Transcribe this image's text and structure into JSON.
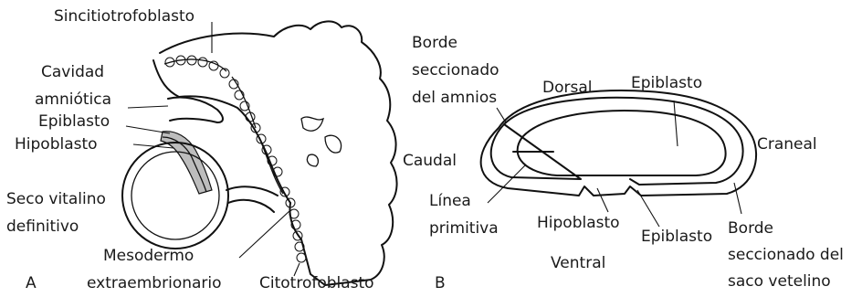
{
  "panel_a": {
    "letter": "A",
    "labels": {
      "sincitiotrofoblasto": "Sincitiotrofoblasto",
      "cavidad_l1": "Cavidad",
      "cavidad_l2": "amniótica",
      "epiblasto": "Epiblasto",
      "hipoblasto": "Hipoblasto",
      "seco_l1": "Seco vitalino",
      "seco_l2": "definitivo",
      "mesodermo_l1": "Mesodermo",
      "mesodermo_l2": "extraembrionario",
      "citotrofoblasto": "Citotrofoblasto"
    }
  },
  "panel_b": {
    "letter": "B",
    "labels": {
      "borde_amnios_l1": "Borde",
      "borde_amnios_l2": "seccionado",
      "borde_amnios_l3": "del amnios",
      "dorsal": "Dorsal",
      "epiblasto_top": "Epiblasto",
      "craneal": "Craneal",
      "caudal": "Caudal",
      "linea_l1": "Línea",
      "linea_l2": "primitiva",
      "hipoblasto": "Hipoblasto",
      "epiblasto_bottom": "Epiblasto",
      "borde_saco_l1": "Borde",
      "borde_saco_l2": "seccionado del",
      "borde_saco_l3": "saco vetelino",
      "ventral": "Ventral"
    }
  }
}
